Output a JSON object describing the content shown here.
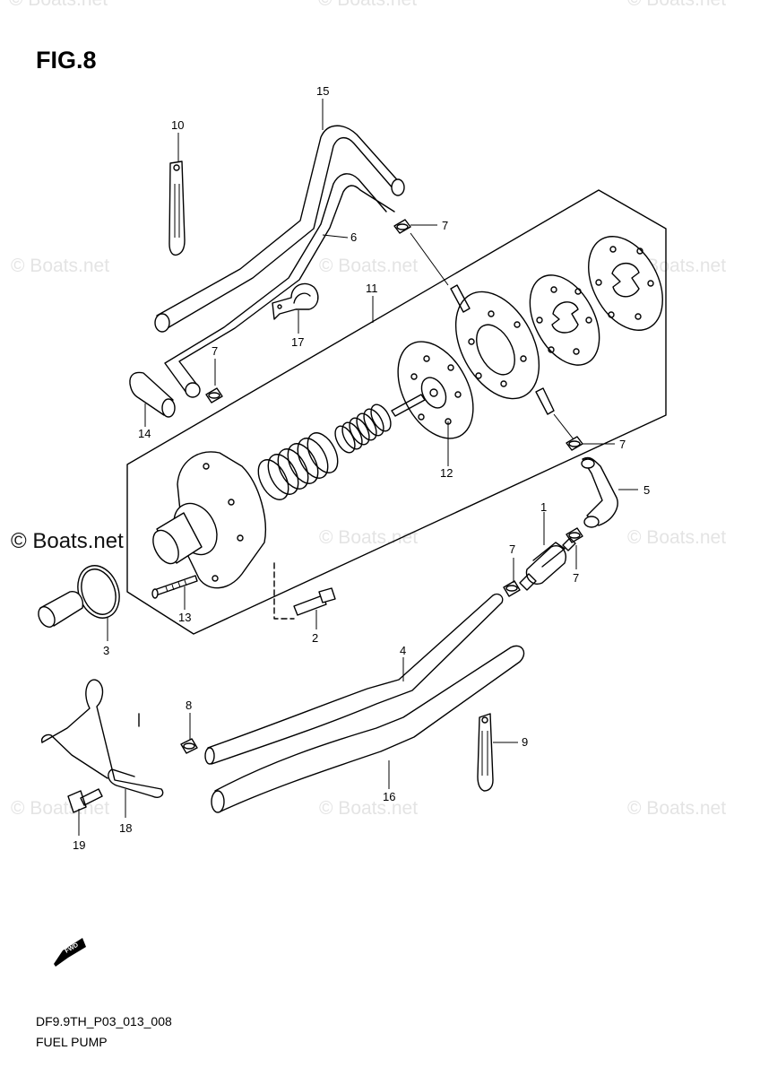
{
  "figure": {
    "title": "FIG.8",
    "diagram_code": "DF9.9TH_P03_013_008",
    "name": "FUEL PUMP",
    "fwd_label": "FWD"
  },
  "watermark": {
    "text": "© Boats.net"
  },
  "callouts": {
    "p1": "1",
    "p2": "2",
    "p3": "3",
    "p4": "4",
    "p5": "5",
    "p6": "6",
    "p7a": "7",
    "p7b": "7",
    "p7c": "7",
    "p7d": "7",
    "p7e": "7",
    "p8": "8",
    "p9": "9",
    "p10": "10",
    "p11": "11",
    "p12": "12",
    "p13": "13",
    "p14": "14",
    "p15": "15",
    "p16": "16",
    "p17": "17",
    "p18": "18",
    "p19": "19"
  }
}
